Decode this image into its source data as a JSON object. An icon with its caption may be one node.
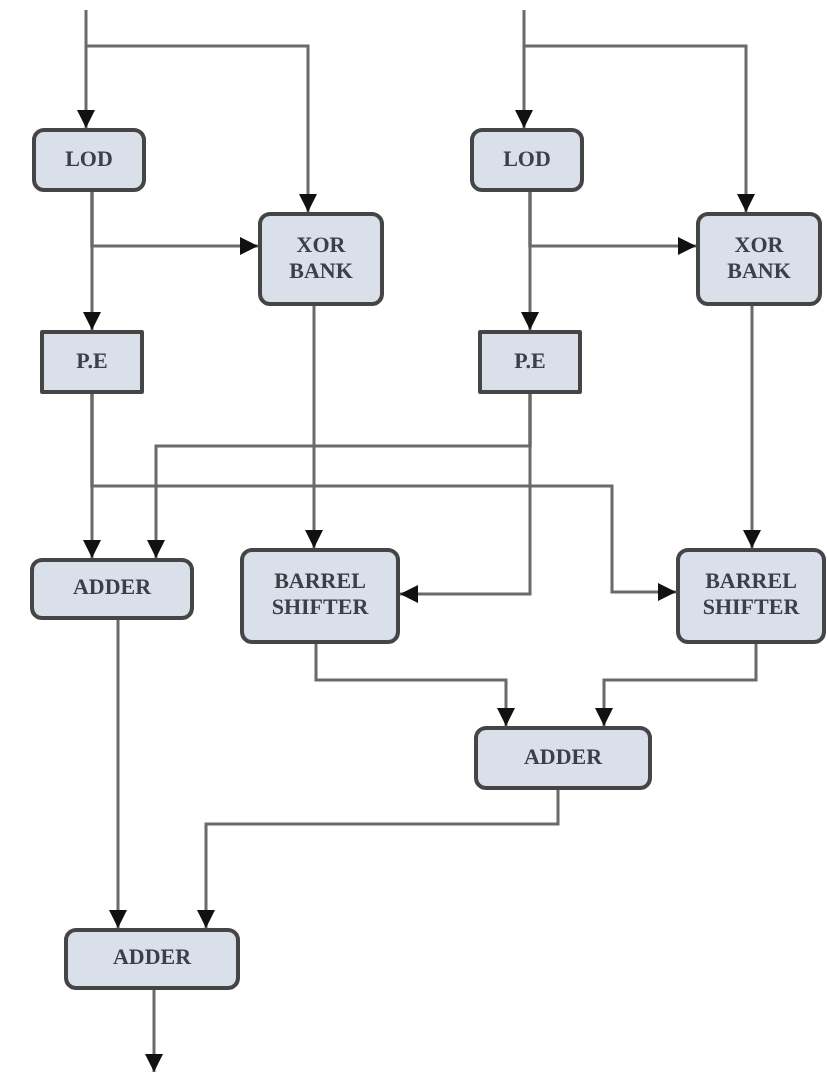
{
  "diagram": {
    "nodes": [
      {
        "text": [
          "LOD"
        ]
      },
      {
        "text": [
          "XOR BANK"
        ]
      },
      {
        "text": [
          "P.E"
        ]
      },
      {
        "text": [
          "LOD"
        ]
      },
      {
        "text": [
          "XOR BANK"
        ]
      },
      {
        "text": [
          "P.E"
        ]
      },
      {
        "text": [
          "ADDER"
        ]
      },
      {
        "text": [
          "BARREL SHIFTER"
        ]
      },
      {
        "text": [
          "BARREL SHIFTER"
        ]
      },
      {
        "text": [
          "ADDER"
        ]
      },
      {
        "text": [
          "ADDER"
        ]
      }
    ],
    "edges": [
      {
        "from": null,
        "to": 0,
        "arrow": "to"
      },
      {
        "from": null,
        "to": 1,
        "arrow": "to"
      },
      {
        "from": 0,
        "to": 2,
        "arrow": "to"
      },
      {
        "from": 0,
        "to": 1,
        "arrow": "to"
      },
      {
        "from": null,
        "to": 3,
        "arrow": "to"
      },
      {
        "from": null,
        "to": 4,
        "arrow": "to"
      },
      {
        "from": 3,
        "to": 5,
        "arrow": "to"
      },
      {
        "from": 3,
        "to": 4,
        "arrow": "to"
      },
      {
        "from": 2,
        "to": 6,
        "arrow": "to"
      },
      {
        "from": 2,
        "to": 8,
        "arrow": "to"
      },
      {
        "from": 5,
        "to": 6,
        "arrow": "to"
      },
      {
        "from": 5,
        "to": 7,
        "arrow": "to"
      },
      {
        "from": 1,
        "to": 7,
        "arrow": "to"
      },
      {
        "from": 4,
        "to": 8,
        "arrow": "to"
      },
      {
        "from": 7,
        "to": 9,
        "arrow": "to"
      },
      {
        "from": 8,
        "to": 9,
        "arrow": "to"
      },
      {
        "from": 6,
        "to": 10,
        "arrow": "to"
      },
      {
        "from": 9,
        "to": 10,
        "arrow": "to"
      },
      {
        "from": 10,
        "to": null,
        "arrow": "to"
      }
    ]
  }
}
